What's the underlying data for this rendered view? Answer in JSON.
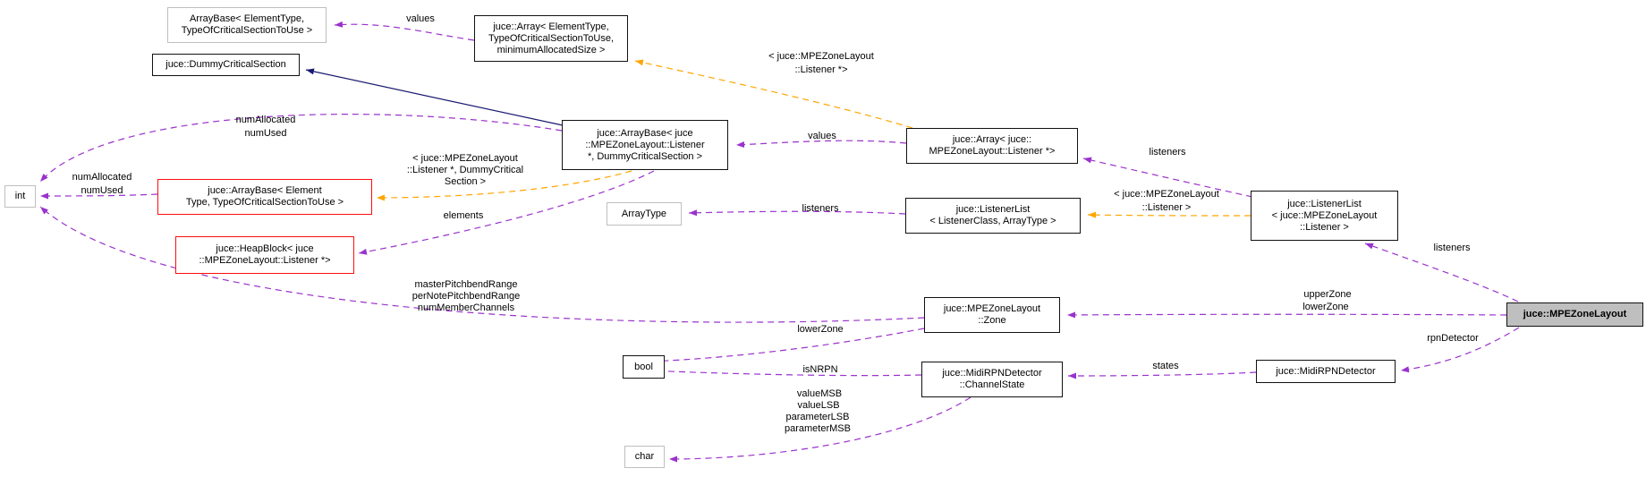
{
  "colors": {
    "usage_edge": "#9a32cd",
    "template_edge": "#ffa500",
    "inheritance_edge": "#191970",
    "documented_border": "#111111",
    "external_border": "#bfbfbf",
    "truncated_border": "#fe0d0d",
    "focus_fill": "#bfbfbf",
    "background": "#ffffff",
    "text": "#000000"
  },
  "nodes": {
    "arraybase_generic": {
      "line1": "ArrayBase< ElementType,",
      "line2": "TypeOfCriticalSectionToUse >"
    },
    "dummy_critical_section": {
      "line1": "juce::DummyCriticalSection"
    },
    "array_generic": {
      "line1": "juce::Array< ElementType,",
      "line2": "TypeOfCriticalSectionToUse,",
      "line3": "minimumAllocatedSize >"
    },
    "arraybase_listener": {
      "line1": "juce::ArrayBase< juce",
      "line2": "::MPEZoneLayout::Listener",
      "line3": "*, DummyCriticalSection >"
    },
    "arraybase_element": {
      "line1": "juce::ArrayBase< Element",
      "line2": "Type, TypeOfCriticalSectionToUse >"
    },
    "heapblock": {
      "line1": "juce::HeapBlock< juce",
      "line2": "::MPEZoneLayout::Listener *>"
    },
    "int_type": {
      "line1": "int"
    },
    "array_listener": {
      "line1": "juce::Array< juce::",
      "line2": "MPEZoneLayout::Listener *>"
    },
    "arraytype": {
      "line1": "ArrayType"
    },
    "listenerlist_generic": {
      "line1": "juce::ListenerList",
      "line2": "< ListenerClass, ArrayType >"
    },
    "listenerlist_mpe": {
      "line1": "juce::ListenerList",
      "line2": "< juce::MPEZoneLayout",
      "line3": "::Listener >"
    },
    "mpezonelayout": {
      "line1": "juce::MPEZoneLayout"
    },
    "zone": {
      "line1": "juce::MPEZoneLayout",
      "line2": "::Zone"
    },
    "bool_type": {
      "line1": "bool"
    },
    "channelstate": {
      "line1": "juce::MidiRPNDetector",
      "line2": "::ChannelState"
    },
    "midirpndetector": {
      "line1": "juce::MidiRPNDetector"
    },
    "char_type": {
      "line1": "char"
    }
  },
  "edge_labels": {
    "values_top": "values",
    "values_mid": "values",
    "tpl_array_l1": "< juce::MPEZoneLayout",
    "tpl_array_l2": "::Listener *>",
    "num_top_l1": "numAllocated",
    "num_top_l2": "numUsed",
    "num_left_l1": "numAllocated",
    "num_left_l2": "numUsed",
    "tpl_arraybase_l1": "< juce::MPEZoneLayout",
    "tpl_arraybase_l2": "::Listener *, DummyCritical",
    "tpl_arraybase_l3": "Section >",
    "elements": "elements",
    "listeners_array": "listeners",
    "listeners_arraytype": "listeners",
    "listeners_mpe": "listeners",
    "tpl_ll_l1": "< juce::MPEZoneLayout",
    "tpl_ll_l2": "::Listener >",
    "zone_members_l1": "masterPitchbendRange",
    "zone_members_l2": "perNotePitchbendRange",
    "zone_members_l3": "numMemberChannels",
    "lowerzone": "lowerZone",
    "upper_lower_l1": "upperZone",
    "upper_lower_l2": "lowerZone",
    "rpndetector": "rpnDetector",
    "states": "states",
    "isnrpn": "isNRPN",
    "chan_chars_l1": "valueMSB",
    "chan_chars_l2": "valueLSB",
    "chan_chars_l3": "parameterLSB",
    "chan_chars_l4": "parameterMSB"
  }
}
